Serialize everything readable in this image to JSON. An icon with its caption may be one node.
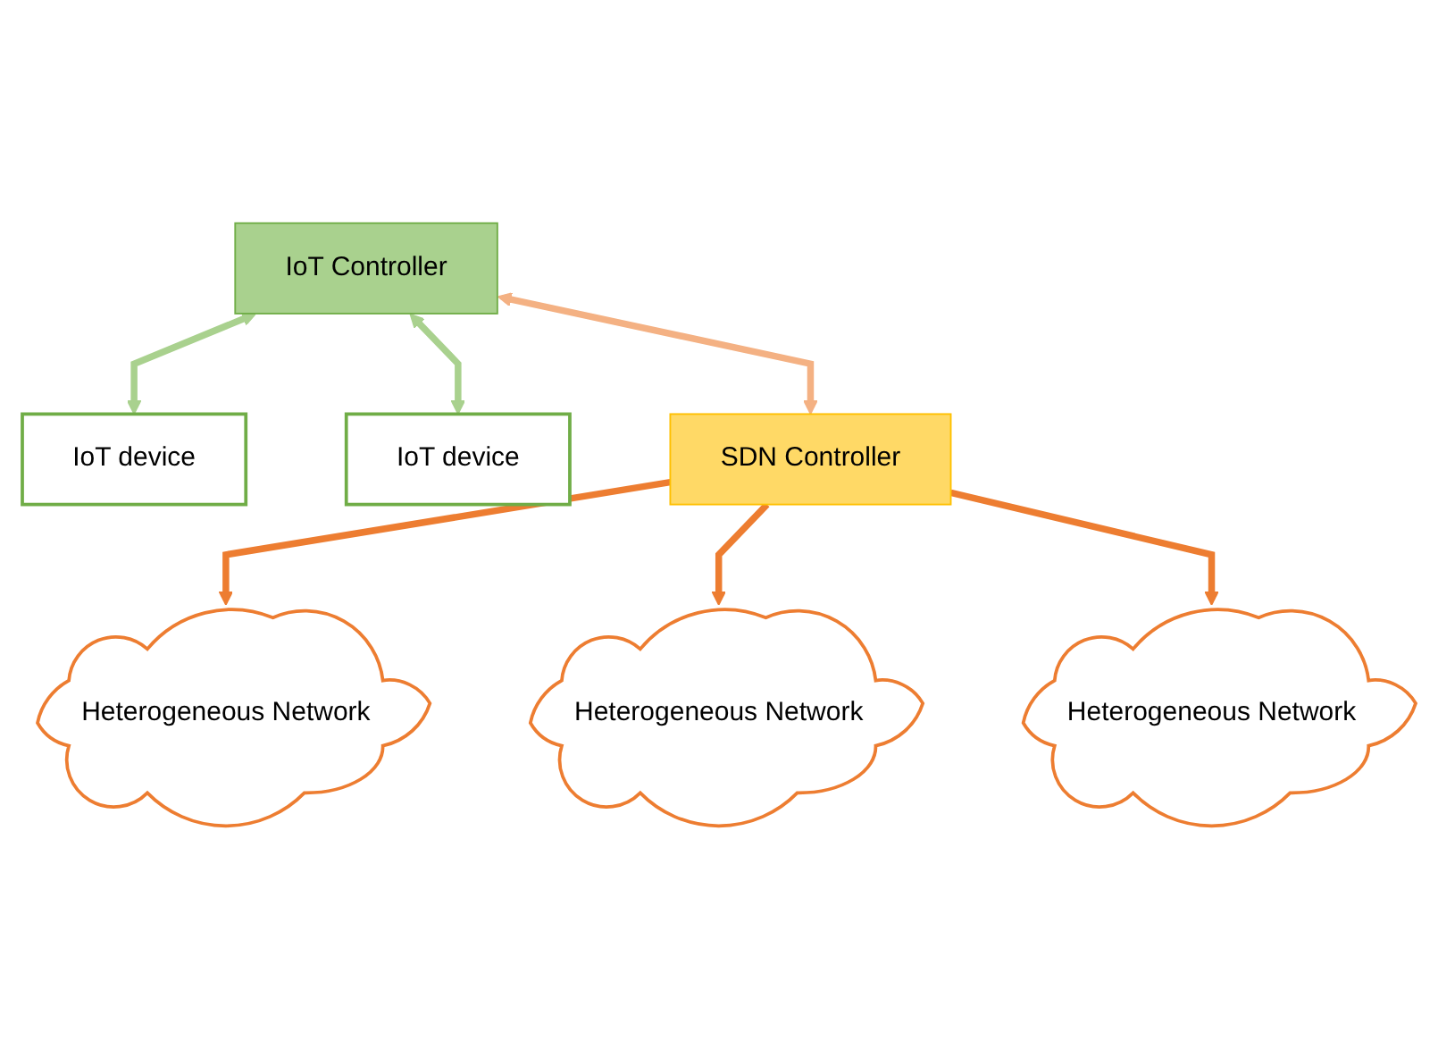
{
  "diagram": {
    "nodes": [
      {
        "text": [
          "IoT device"
        ]
      },
      {
        "text": [
          "IoT Controller"
        ]
      },
      {
        "text": [
          "IoT device"
        ]
      },
      {
        "text": [
          "SDN Controller"
        ]
      },
      {
        "text": [
          "Heterogeneous Network"
        ]
      },
      {
        "text": [
          "Heterogeneous Network"
        ]
      },
      {
        "text": [
          "Heterogeneous Network"
        ]
      }
    ],
    "edges": [
      {
        "from": 1,
        "to": 0,
        "arrow": "both",
        "color": "#a9d18e"
      },
      {
        "from": 1,
        "to": 2,
        "arrow": "both",
        "color": "#a9d18e"
      },
      {
        "from": 1,
        "to": 3,
        "arrow": "both",
        "color": "#f4b183"
      },
      {
        "from": 3,
        "to": 4,
        "arrow": "to",
        "color": "#ed7d31"
      },
      {
        "from": 3,
        "to": 5,
        "arrow": "to",
        "color": "#ed7d31"
      },
      {
        "from": 3,
        "to": 6,
        "arrow": "to",
        "color": "#ed7d31"
      }
    ]
  }
}
